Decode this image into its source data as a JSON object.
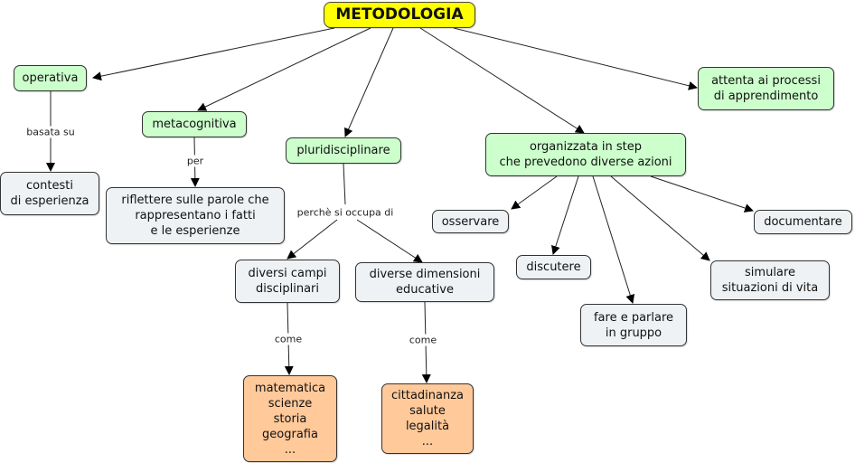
{
  "title": "METODOLOGIA",
  "colors": {
    "root": "#ffff00",
    "level1": "#ccffcc",
    "leaf": "#eef2f5",
    "examples": "#ffc99a"
  },
  "nodes": {
    "root": "METODOLOGIA",
    "operativa": "operativa",
    "metacognitiva": "metacognitiva",
    "pluridisciplinare": "pluridisciplinare",
    "organizzata": "organizzata in step\nche prevedono diverse azioni",
    "attenta": "attenta ai processi\n di apprendimento",
    "contesti": "contesti\ndi esperienza",
    "riflettere": "riflettere sulle parole che\nrappresentano i  fatti\ne le esperienze",
    "campi": "diversi campi\ndisciplinari",
    "dimensioni": "diverse dimensioni\neducative",
    "materie": "matematica\nscienze\nstoria\ngeografia\n...",
    "educazioni": "cittadinanza\nsalute\nlegalità\n...",
    "osservare": "osservare",
    "discutere": "discutere",
    "fare": "fare e parlare\nin gruppo",
    "simulare": "simulare\nsituazioni di vita",
    "documentare": "documentare"
  },
  "link_labels": {
    "basata_su": "basata su",
    "per": "per",
    "perche": "perchè si occupa di",
    "come1": "come",
    "come2": "come"
  }
}
